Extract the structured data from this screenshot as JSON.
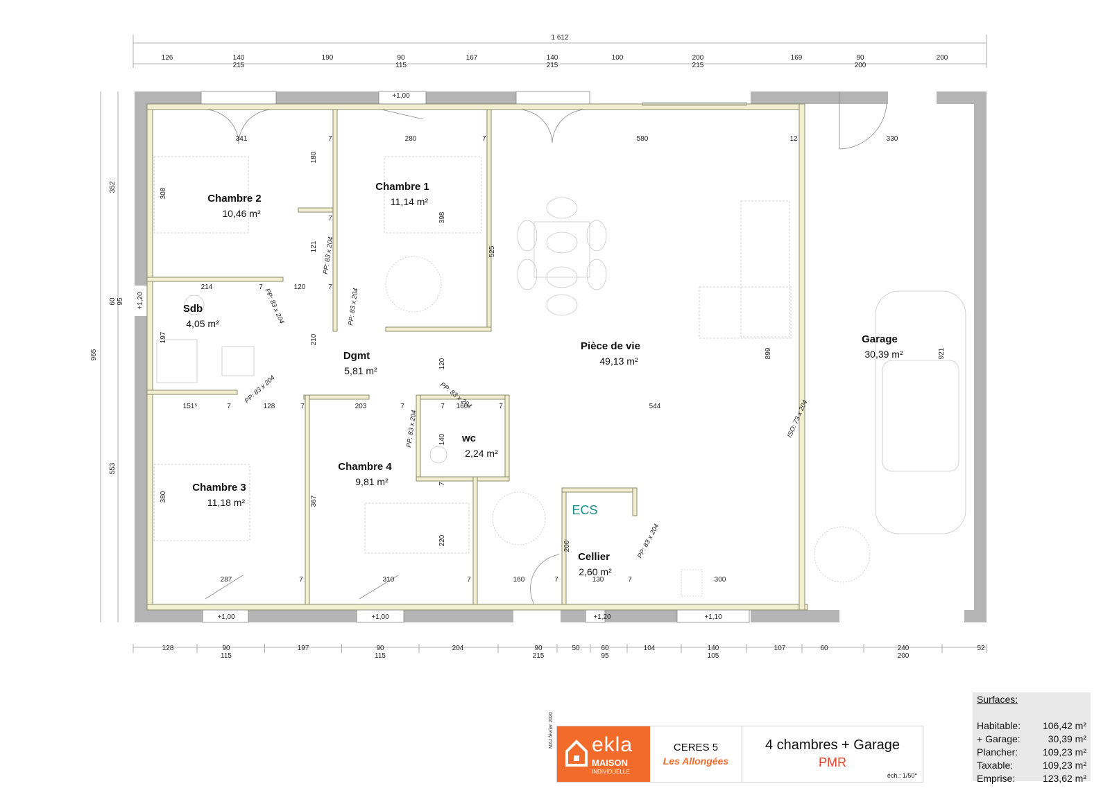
{
  "dimensions_top": {
    "overall": "1 612",
    "segments": [
      {
        "a": "126"
      },
      {
        "a": "140",
        "b": "215"
      },
      {
        "a": "190"
      },
      {
        "a": "90",
        "b": "115"
      },
      {
        "a": "167"
      },
      {
        "a": "140",
        "b": "215"
      },
      {
        "a": "100"
      },
      {
        "a": "200",
        "b": "215"
      },
      {
        "a": "169"
      },
      {
        "a": "90",
        "b": "200"
      },
      {
        "a": "200"
      }
    ]
  },
  "dimensions_bottom": {
    "segments": [
      {
        "a": "128"
      },
      {
        "a": "90",
        "b": "115"
      },
      {
        "a": "197"
      },
      {
        "a": "90",
        "b": "115"
      },
      {
        "a": "204"
      },
      {
        "a": "90",
        "b": "215"
      },
      {
        "a": "50"
      },
      {
        "a": "60",
        "b": "95"
      },
      {
        "a": "104"
      },
      {
        "a": "140",
        "b": "105"
      },
      {
        "a": "107"
      },
      {
        "a": "60"
      },
      {
        "a": "240",
        "b": "200"
      },
      {
        "a": "52"
      }
    ]
  },
  "dimensions_left": {
    "overall": "965",
    "segments": [
      "352",
      "60",
      "95",
      "553"
    ]
  },
  "rooms": [
    {
      "name": "Chambre 2",
      "area": "10,46 m²"
    },
    {
      "name": "Chambre 1",
      "area": "11,14 m²"
    },
    {
      "name": "Sdb",
      "area": "4,05 m²"
    },
    {
      "name": "Dgmt",
      "area": "5,81 m²"
    },
    {
      "name": "Pièce de vie",
      "area": "49,13 m²"
    },
    {
      "name": "Garage",
      "area": "30,39 m²"
    },
    {
      "name": "wc",
      "area": "2,24 m²"
    },
    {
      "name": "Chambre 3",
      "area": "11,18 m²"
    },
    {
      "name": "Chambre 4",
      "area": "9,81 m²"
    },
    {
      "name": "Cellier",
      "area": "2,60 m²"
    }
  ],
  "ecs_label": "ECS",
  "interior_dims": [
    "341",
    "7",
    "280",
    "7",
    "580",
    "12",
    "330",
    "308",
    "180",
    "398",
    "525",
    "121",
    "7",
    "214",
    "7",
    "120",
    "7",
    "197",
    "210",
    "120",
    "899",
    "921",
    "151⁵",
    "7",
    "128",
    "7",
    "203",
    "7",
    "7",
    "160",
    "7",
    "544",
    "140",
    "380",
    "367",
    "7",
    "220",
    "200",
    "287",
    "7",
    "310",
    "7",
    "160",
    "7",
    "130",
    "7",
    "300"
  ],
  "door_labels": [
    "PP: 83 x 204",
    "PP: 83 x 204",
    "PP: 83 x 204",
    "PP: 83 x 204",
    "PP: 83 x 204",
    "PP: 83 x 204",
    "PP: 83 x 204",
    "ISO: 73 x 204"
  ],
  "sills": [
    "+1,00",
    "+1,20",
    "+1,00",
    "+1,00",
    "+1,20",
    "+1,10"
  ],
  "surfaces": {
    "title": "Surfaces:",
    "rows": [
      {
        "label": "Habitable:",
        "value": "106,42 m²"
      },
      {
        "label": "+ Garage:",
        "value": "30,39 m²"
      },
      {
        "label": "Plancher:",
        "value": "109,23 m²"
      },
      {
        "label": "Taxable:",
        "value": "109,23 m²"
      },
      {
        "label": "Emprise:",
        "value": "123,62 m²"
      }
    ]
  },
  "title_block": {
    "logo_word": "ekla",
    "logo_line1": "MAISON",
    "logo_line2": "INDIVIDUELLE",
    "logo_date": "MAJ février 2020",
    "model_name": "CERES 5",
    "model_sub": "Les Allongées",
    "desc_main": "4 chambres + Garage",
    "desc_sub": "PMR",
    "scale": "éch.: 1/50°"
  },
  "colors": {
    "wall_outer": "#b4b4b4",
    "wall_inner": "#f1efd0",
    "wall_edge": "#8a8a6a",
    "brand": "#f26b2a",
    "accent_red": "#e8432a",
    "ecs": "#1a8f8f"
  }
}
